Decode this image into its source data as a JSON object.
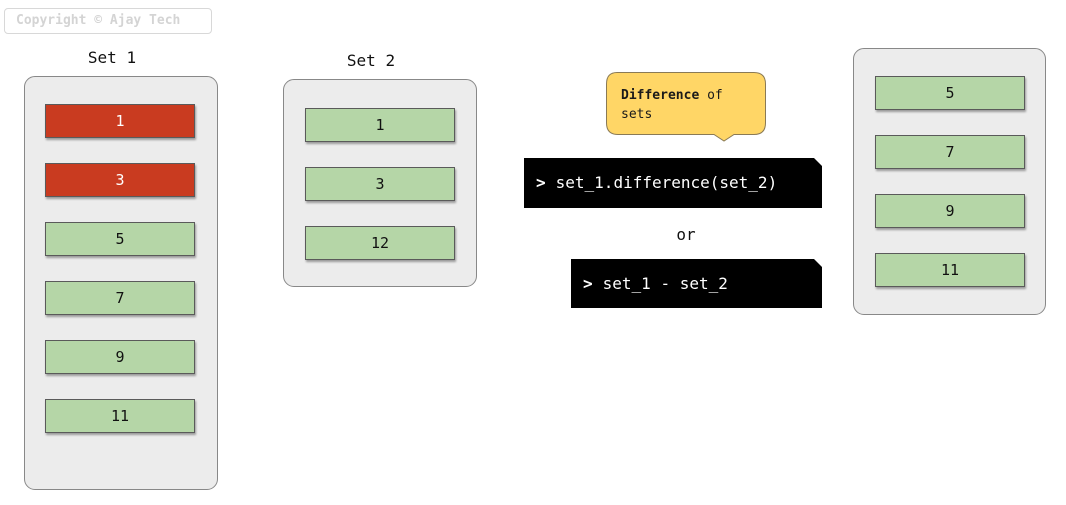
{
  "copyright": "Copyright © Ajay Tech",
  "set1": {
    "title": "Set 1",
    "items": [
      "1",
      "3",
      "5",
      "7",
      "9",
      "11"
    ]
  },
  "set2": {
    "title": "Set 2",
    "items": [
      "1",
      "3",
      "12"
    ]
  },
  "result": {
    "items": [
      "5",
      "7",
      "9",
      "11"
    ]
  },
  "callout": {
    "bold": "Difference",
    "rest": " of sets"
  },
  "code1": {
    "prompt": ">",
    "text": "set_1.difference(set_2)"
  },
  "or_label": "or",
  "code2": {
    "prompt": ">",
    "text": "set_1 - set_2"
  },
  "colors": {
    "removed_item": "#c93b20",
    "kept_item": "#b5d6a7",
    "panel": "#ececec",
    "callout": "#ffd666",
    "code_bg": "#000000"
  }
}
